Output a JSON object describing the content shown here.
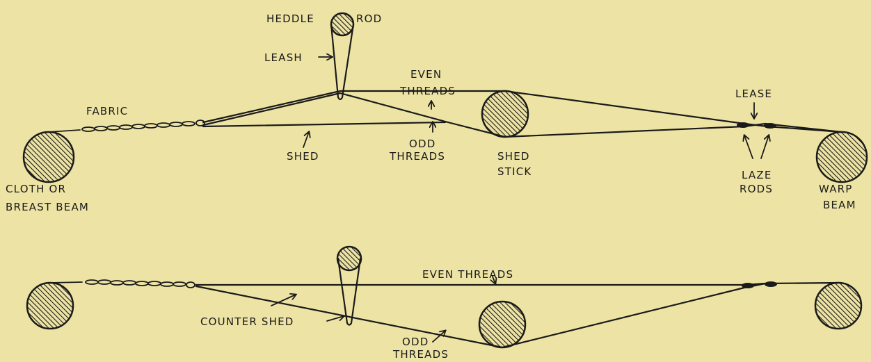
{
  "top_diagram": {
    "labels": {
      "heddle": "HEDDLE",
      "rod": "ROD",
      "leash": "LEASH",
      "even_threads_1": "EVEN",
      "even_threads_2": "THREADS",
      "lease": "LEASE",
      "fabric": "FABRIC",
      "odd_threads_1": "ODD",
      "odd_threads_2": "THREADS",
      "shed": "SHED",
      "shed_stick_1": "SHED",
      "shed_stick_2": "STICK",
      "cloth_beam_1": "CLOTH  OR",
      "cloth_beam_2": "BREAST BEAM",
      "laze_rods_1": "LAZE",
      "laze_rods_2": "RODS",
      "warp_beam_1": "WARP",
      "warp_beam_2": "BEAM"
    }
  },
  "bottom_diagram": {
    "labels": {
      "even_threads": "EVEN THREADS",
      "counter_shed": "COUNTER SHED",
      "odd_threads_1": "ODD",
      "odd_threads_2": "THREADS"
    }
  }
}
